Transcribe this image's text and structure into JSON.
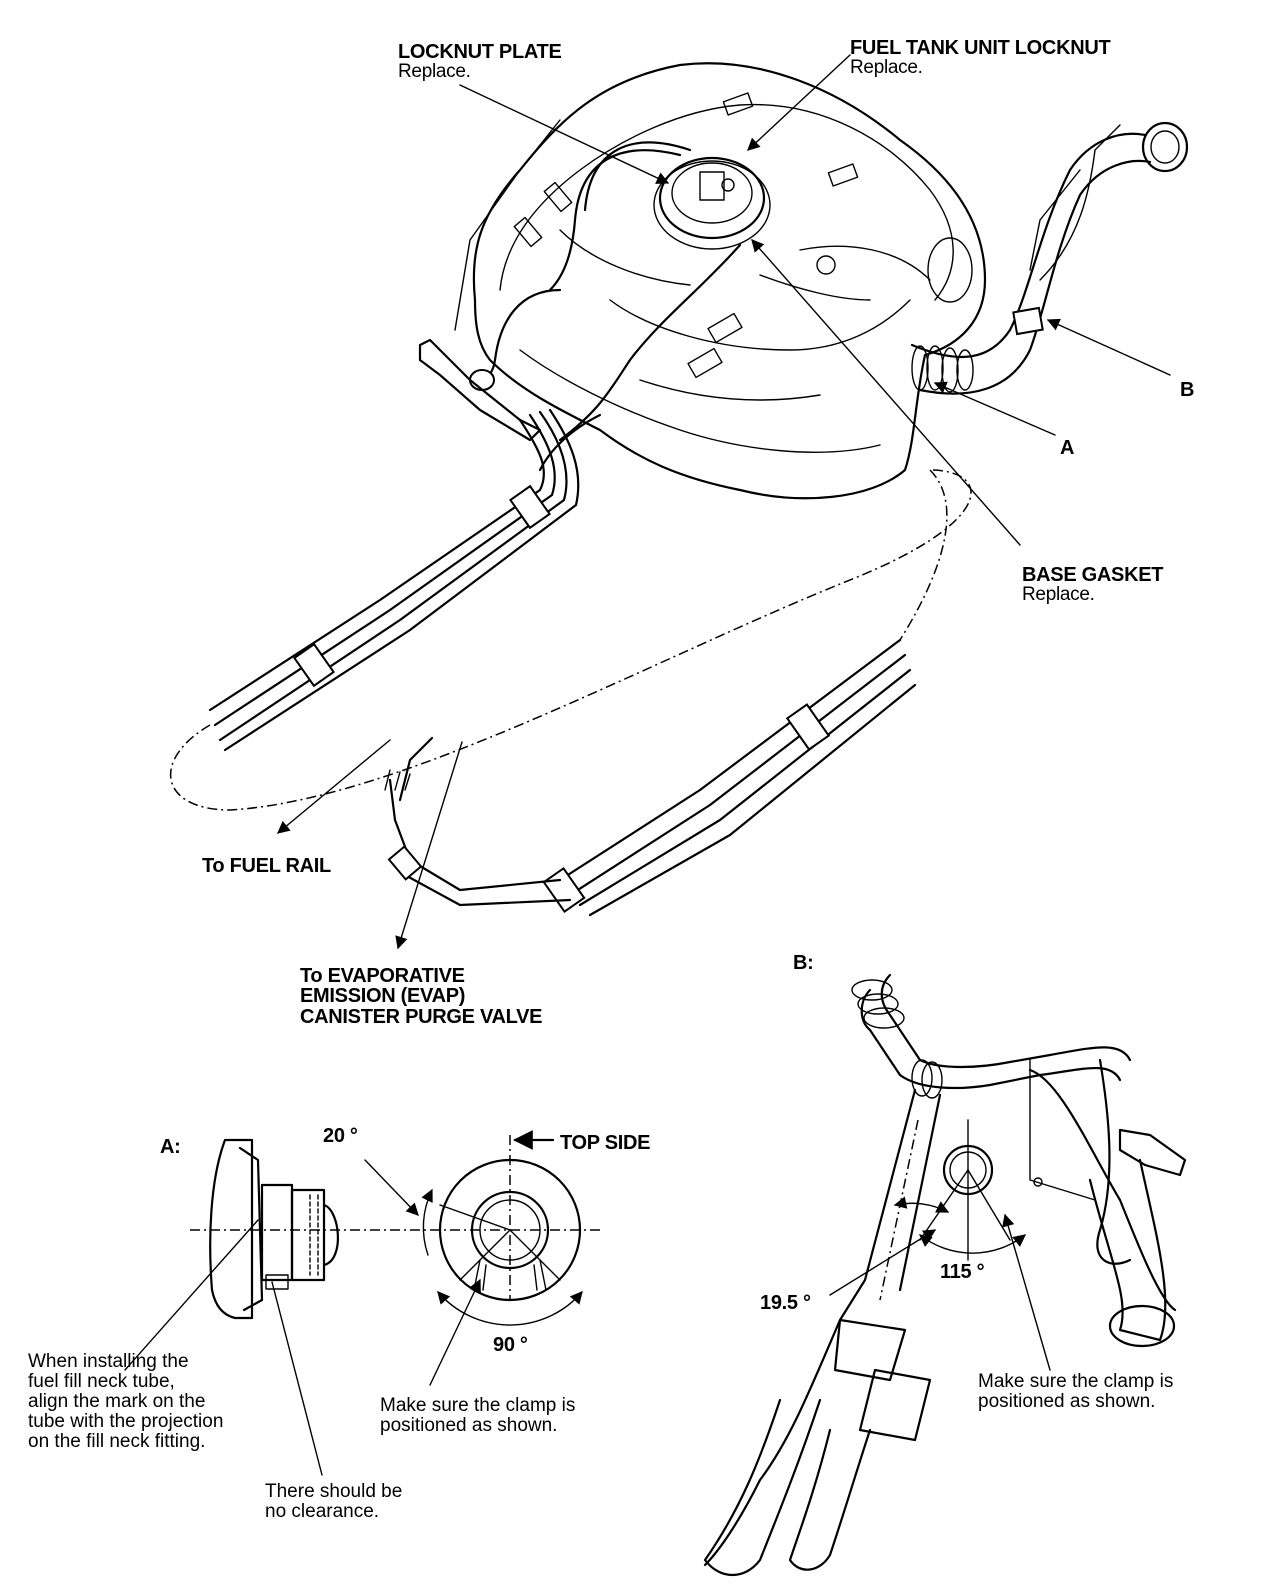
{
  "main": {
    "callouts": {
      "locknut_plate": {
        "title": "LOCKNUT PLATE",
        "note": "Replace."
      },
      "fuel_tank_unit_locknut": {
        "title": "FUEL TANK UNIT LOCKNUT",
        "note": "Replace."
      },
      "base_gasket": {
        "title": "BASE GASKET",
        "note": "Replace."
      },
      "label_a": "A",
      "label_b": "B",
      "to_fuel_rail": "To FUEL RAIL",
      "to_evap": [
        "To EVAPORATIVE",
        "EMISSION (EVAP)",
        "CANISTER PURGE VALVE"
      ]
    }
  },
  "detail_a": {
    "title": "A:",
    "top_side": "TOP SIDE",
    "angle_top": "20 °",
    "angle_bottom": "90 °",
    "clamp_note": [
      "Make sure the clamp is",
      "positioned as shown."
    ],
    "install_note": [
      "When installing the",
      "fuel fill neck tube,",
      "align the mark on the",
      "tube with the projection",
      "on the fill neck fitting."
    ],
    "clearance_note": [
      "There should be",
      "no clearance."
    ]
  },
  "detail_b": {
    "title": "B:",
    "angle_small": "19.5 °",
    "angle_large": "115 °",
    "clamp_note": [
      "Make sure the clamp is",
      "positioned as shown."
    ]
  }
}
